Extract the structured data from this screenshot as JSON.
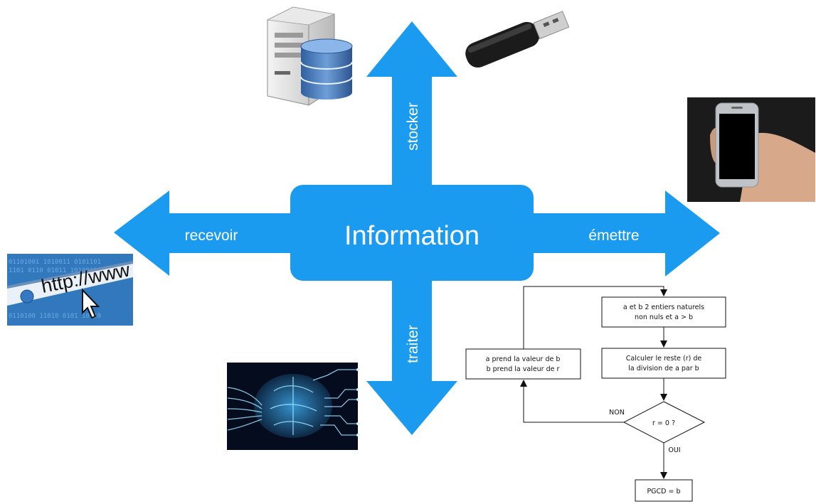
{
  "center": {
    "label": "Information"
  },
  "arrows": {
    "up": {
      "label": "stocker"
    },
    "left": {
      "label": "recevoir"
    },
    "right": {
      "label": "émettre"
    },
    "down": {
      "label": "traiter"
    }
  },
  "images": {
    "server_icon": "server-database-icon",
    "usb_icon": "usb-flash-drive-icon",
    "phone_icon": "smartphone-in-hand-icon",
    "web_icon": "http-address-bar-icon",
    "brain_icon": "digital-brain-circuit-icon",
    "web_text": "http://www"
  },
  "flowchart": {
    "start_line1": "a et b 2 entiers naturels",
    "start_line2": "non nuls et a > b",
    "compute_line1": "Calculer le reste (r) de",
    "compute_line2": "la division de a par b",
    "update_line1": "a prend la valeur de b",
    "update_line2": "b prend la valeur de r",
    "condition": "r = 0 ?",
    "no_label": "NON",
    "yes_label": "OUI",
    "result": "PGCD = b"
  },
  "colors": {
    "accent": "#1a9bf0",
    "text_on_accent": "#ffffff"
  }
}
